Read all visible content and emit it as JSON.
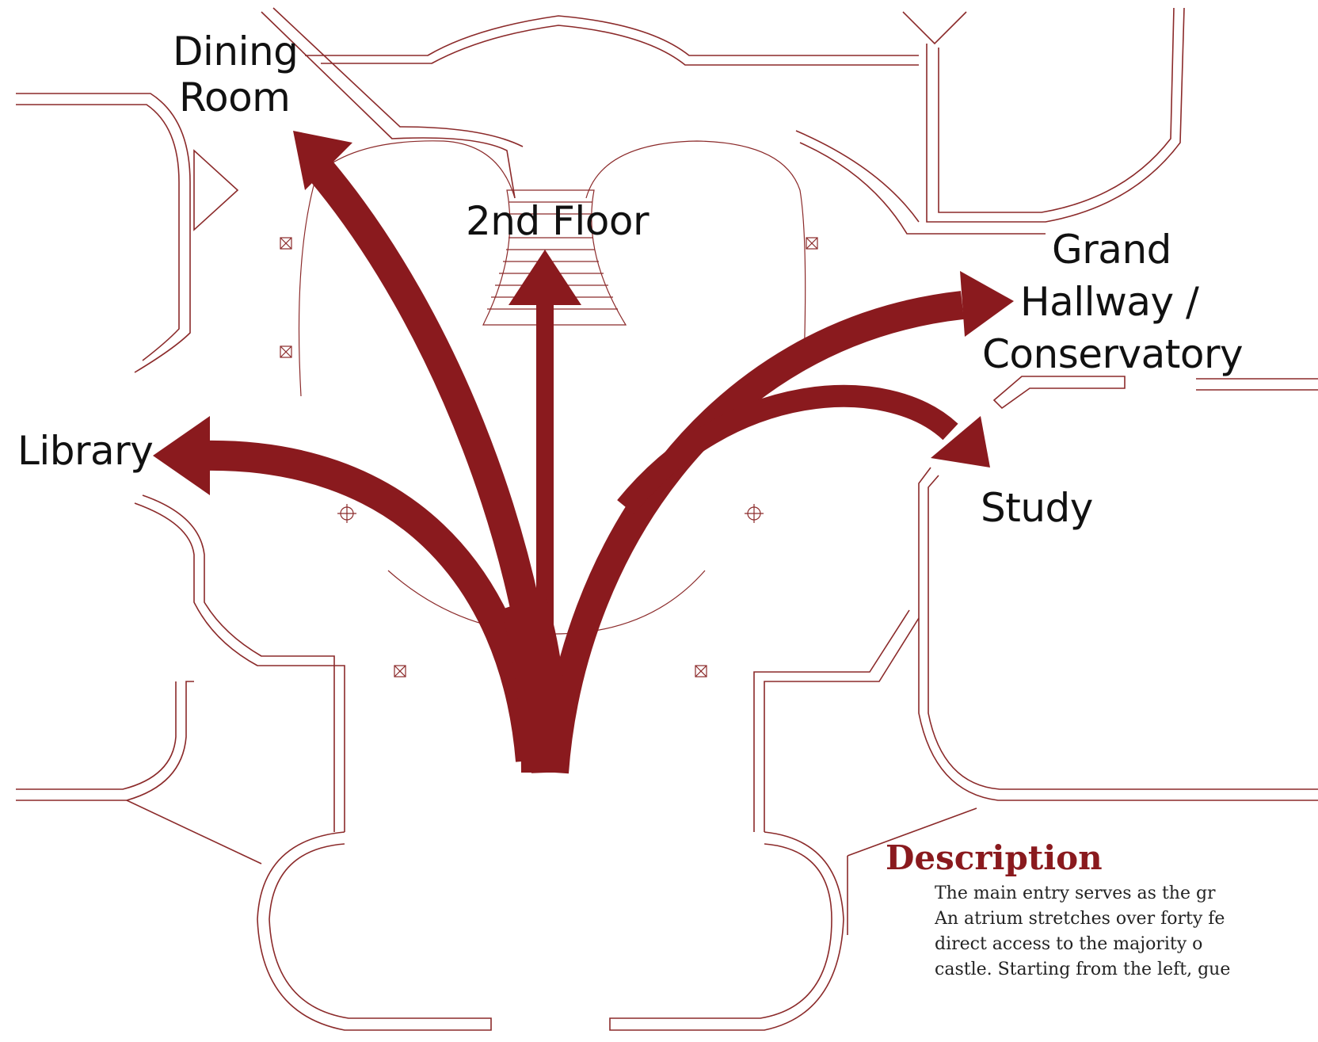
{
  "labels": {
    "dining_room": [
      "Dining",
      "Room"
    ],
    "second_floor": "2nd Floor",
    "grand_hallway": [
      "Grand",
      "Hallway /",
      "Conservatory"
    ],
    "library": "Library",
    "study": "Study"
  },
  "description": {
    "title": "Description",
    "lines": [
      "The main entry serves as the gr",
      "An atrium stretches over forty fe",
      "direct access to the majority o",
      "castle.  Starting from the left, gue"
    ]
  },
  "colors": {
    "accent": "#8a1a1e",
    "wall": "#8b2a2a"
  }
}
